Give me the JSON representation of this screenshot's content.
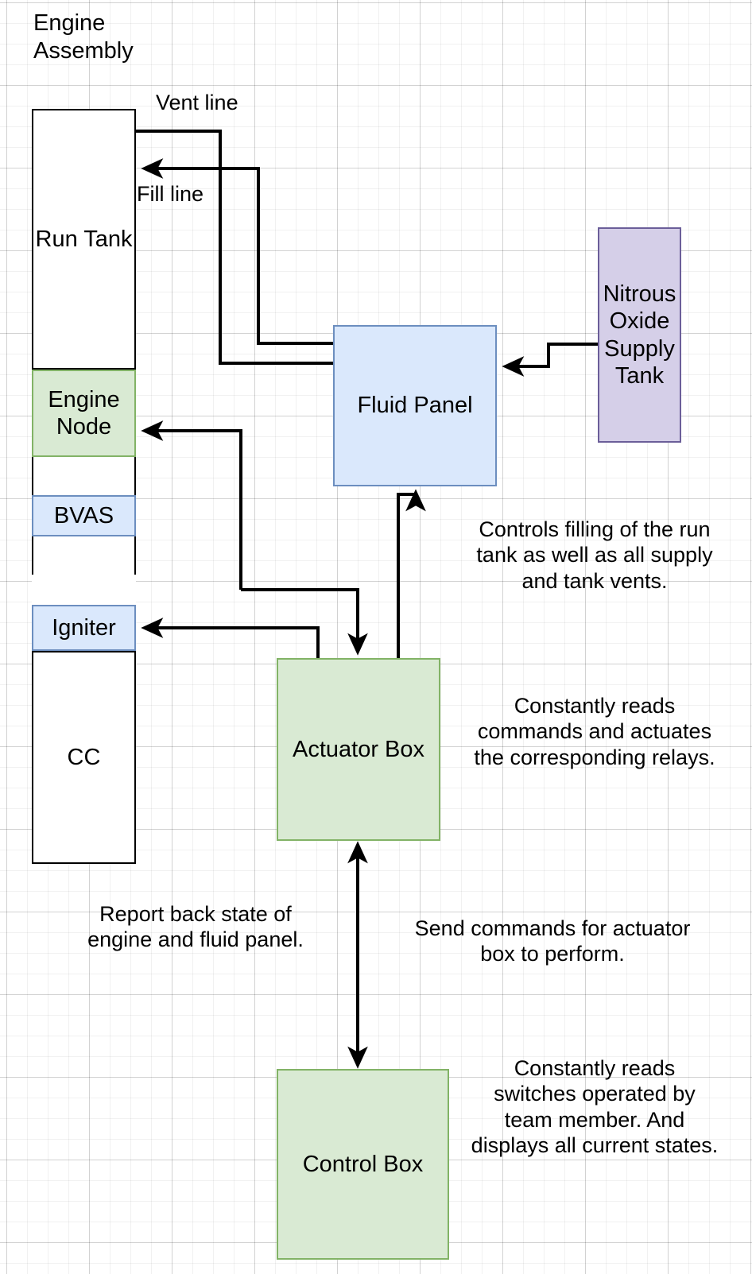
{
  "diagram": {
    "title": "Engine Assembly",
    "nodes": {
      "engine_assembly_title": "Engine\nAssembly",
      "run_tank": "Run\nTank",
      "engine_node": "Engine\nNode",
      "bvas": "BVAS",
      "igniter": "Igniter",
      "cc": "CC",
      "fluid_panel": "Fluid Panel",
      "nitrous_tank": "Nitrous\nOxide\nSupply\nTank",
      "actuator_box": "Actuator Box",
      "control_box": "Control Box"
    },
    "edge_labels": {
      "vent_line": "Vent line",
      "fill_line": "Fill line"
    },
    "annotations": {
      "fluid_panel_note": "Controls filling of the run tank as well as all supply and tank vents.",
      "actuator_box_note": "Constantly reads commands and actuates the corresponding relays.",
      "report_back_note": "Report back state of engine and fluid panel.",
      "send_commands_note": "Send commands for actuator box to perform.",
      "control_box_note": "Constantly reads switches operated by team member. And displays all current states."
    },
    "colors": {
      "green_fill": "#d9ead3",
      "green_stroke": "#82b366",
      "blue_fill": "#dae8fc",
      "blue_stroke": "#6c8ebf",
      "purple_fill": "#d5cfe8",
      "purple_stroke": "#6b5e99",
      "white_fill": "#ffffff",
      "line_stroke": "#000000",
      "grid": "#e0e0e0"
    }
  }
}
